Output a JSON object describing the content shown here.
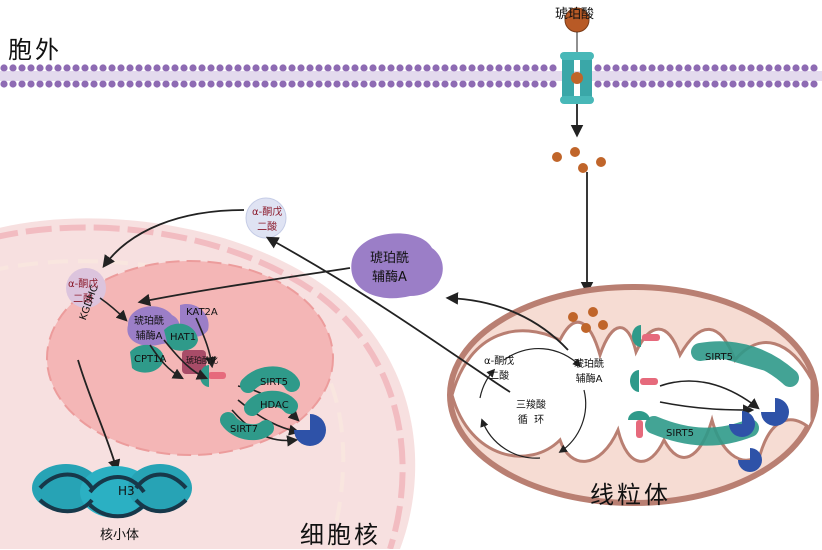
{
  "labels": {
    "extracellular": "胞外",
    "succinate": "琥珀酸",
    "nucleus": "细胞核",
    "mitochondria": "线粒体",
    "nucleosome": "核小体",
    "h3": "H3",
    "akg_cyto": "α-酮戊\n二酸",
    "succcoa_cyto": "琥珀酰\n辅酶A",
    "akg_nuc": "α-酮戊\n二酸",
    "kgdhc": "KGDHC",
    "succcoa_nuc": "琥珀酰\n辅酶A",
    "kat2a": "KAT2A",
    "hat1": "HAT1",
    "cpt1a": "CPT1A",
    "succinyl_residue": "琥珀酰化",
    "sirt5_nuc": "SIRT5",
    "hdac": "HDAC",
    "sirt7": "SIRT7",
    "akg_mito": "α-酮戊\n二酸",
    "tca": "三羧酸\n循  环",
    "succcoa_mito": "琥珀酰\n辅酶A",
    "sirt5_mito_top": "SIRT5",
    "sirt5_mito_bottom": "SIRT5"
  },
  "colors": {
    "membrane_head": "#8e6bb3",
    "channel": "#3aa7a8",
    "succinate_ball": "#c0652a",
    "nucleus_fill": "#f7d9d9",
    "nucleus_border": "#f2bcc1",
    "nucleolus_fill": "#f2a9ab",
    "mito_outer": "#c98f82",
    "mito_fill": "#f6dcd3",
    "enzyme_purple": "#9b7ec7",
    "enzyme_teal": "#2f9a8a",
    "pacman_blue": "#2e52a8",
    "nucleosome_teal": "#27a3b5",
    "lysine_pink": "#e66a7c"
  }
}
